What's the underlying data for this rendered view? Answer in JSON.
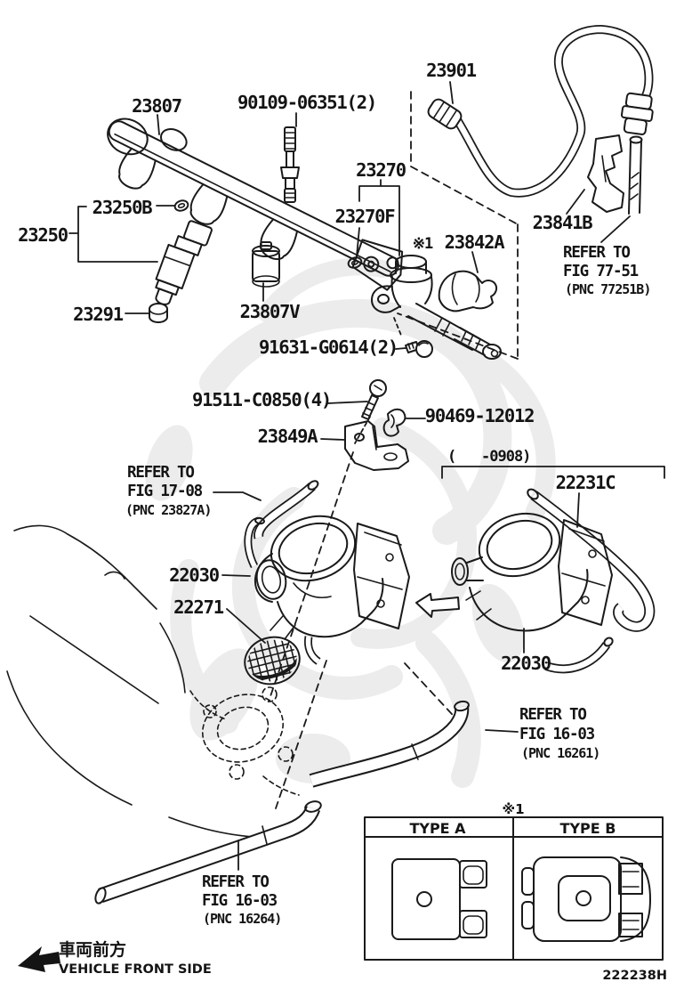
{
  "labels": {
    "p23901": "23901",
    "p23807": "23807",
    "p90109": "90109-06351(2)",
    "p23270": "23270",
    "p23270f": "23270F",
    "p23250b": "23250B",
    "p23250": "23250",
    "p23291": "23291",
    "p23807v": "23807V",
    "note1": "※1",
    "p23842a": "23842A",
    "p23841b": "23841B",
    "p91631": "91631-G0614(2)",
    "p91511": "91511-C0850(4)",
    "p90469": "90469-12012",
    "p23849a": "23849A",
    "p22231c": "22231C",
    "date_open": "(",
    "date_code": "-0908)",
    "p22030_left": "22030",
    "p22271": "22271",
    "p22030_right": "22030"
  },
  "references": {
    "fig77": {
      "l1": "REFER TO",
      "l2": "FIG 77-51",
      "l3": "(PNC 77251B)"
    },
    "fig17": {
      "l1": "REFER TO",
      "l2": "FIG 17-08",
      "l3": "(PNC 23827A)"
    },
    "fig16_61": {
      "l1": "REFER TO",
      "l2": "FIG 16-03",
      "l3": "(PNC 16261)"
    },
    "fig16_64": {
      "l1": "REFER TO",
      "l2": "FIG 16-03",
      "l3": "(PNC 16264)"
    }
  },
  "type_table": {
    "note": "※1",
    "type_a": "TYPE A",
    "type_b": "TYPE B"
  },
  "footer": {
    "front_jp": "車両前方",
    "front_en": "VEHICLE FRONT SIDE",
    "drawing_code": "222238H"
  }
}
